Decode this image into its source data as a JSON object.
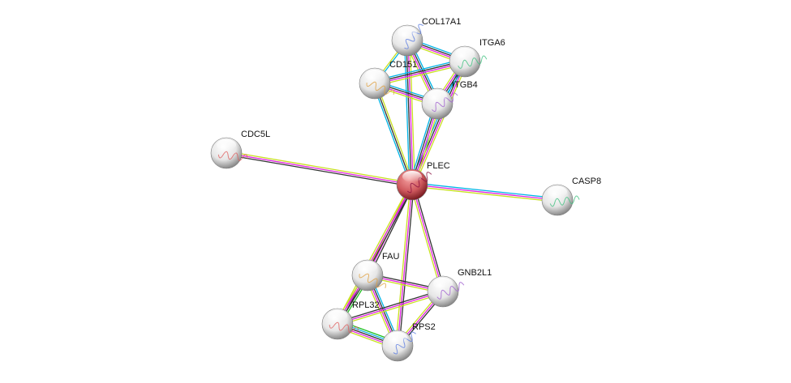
{
  "evidence_colors": {
    "database": "#00b4e6",
    "coexpression": "#333333",
    "experiments": "#e020e0",
    "textmining": "#c8e020",
    "neighborhood": "#20c020"
  },
  "node_colors": {
    "query": "#c0303a",
    "default": "#e8e8e8"
  },
  "nodes": [
    {
      "id": "COL17A1",
      "label": "COL17A1",
      "query": false
    },
    {
      "id": "ITGA6",
      "label": "ITGA6",
      "query": false
    },
    {
      "id": "CD151",
      "label": "CD151",
      "query": false
    },
    {
      "id": "ITGB4",
      "label": "ITGB4",
      "query": false
    },
    {
      "id": "CDC5L",
      "label": "CDC5L",
      "query": false
    },
    {
      "id": "PLEC",
      "label": "PLEC",
      "query": true
    },
    {
      "id": "CASP8",
      "label": "CASP8",
      "query": false
    },
    {
      "id": "FAU",
      "label": "FAU",
      "query": false
    },
    {
      "id": "GNB2L1",
      "label": "GNB2L1",
      "query": false
    },
    {
      "id": "RPL32",
      "label": "RPL32",
      "query": false
    },
    {
      "id": "RPS2",
      "label": "RPS2",
      "query": false
    }
  ],
  "edges": [
    {
      "a": "PLEC",
      "b": "COL17A1",
      "ev": [
        "database",
        "coexpression",
        "experiments",
        "textmining"
      ]
    },
    {
      "a": "PLEC",
      "b": "ITGA6",
      "ev": [
        "database",
        "coexpression",
        "experiments",
        "textmining"
      ]
    },
    {
      "a": "PLEC",
      "b": "CD151",
      "ev": [
        "database",
        "coexpression",
        "textmining"
      ]
    },
    {
      "a": "PLEC",
      "b": "ITGB4",
      "ev": [
        "database",
        "coexpression",
        "experiments",
        "textmining"
      ]
    },
    {
      "a": "PLEC",
      "b": "CDC5L",
      "ev": [
        "coexpression",
        "experiments",
        "textmining"
      ]
    },
    {
      "a": "PLEC",
      "b": "CASP8",
      "ev": [
        "database",
        "experiments",
        "textmining"
      ]
    },
    {
      "a": "PLEC",
      "b": "FAU",
      "ev": [
        "coexpression",
        "experiments",
        "textmining"
      ]
    },
    {
      "a": "PLEC",
      "b": "GNB2L1",
      "ev": [
        "coexpression",
        "experiments",
        "textmining"
      ]
    },
    {
      "a": "PLEC",
      "b": "RPL32",
      "ev": [
        "coexpression",
        "experiments",
        "textmining"
      ]
    },
    {
      "a": "PLEC",
      "b": "RPS2",
      "ev": [
        "coexpression",
        "experiments",
        "textmining"
      ]
    },
    {
      "a": "COL17A1",
      "b": "ITGA6",
      "ev": [
        "database",
        "coexpression",
        "experiments",
        "textmining"
      ]
    },
    {
      "a": "COL17A1",
      "b": "CD151",
      "ev": [
        "database",
        "textmining"
      ]
    },
    {
      "a": "COL17A1",
      "b": "ITGB4",
      "ev": [
        "database",
        "coexpression",
        "experiments",
        "textmining"
      ]
    },
    {
      "a": "CD151",
      "b": "ITGA6",
      "ev": [
        "database",
        "coexpression",
        "experiments",
        "textmining"
      ]
    },
    {
      "a": "CD151",
      "b": "ITGB4",
      "ev": [
        "database",
        "coexpression",
        "experiments",
        "textmining"
      ]
    },
    {
      "a": "ITGA6",
      "b": "ITGB4",
      "ev": [
        "database",
        "coexpression",
        "experiments",
        "textmining"
      ]
    },
    {
      "a": "FAU",
      "b": "GNB2L1",
      "ev": [
        "coexpression",
        "experiments",
        "textmining"
      ]
    },
    {
      "a": "FAU",
      "b": "RPL32",
      "ev": [
        "neighborhood",
        "coexpression",
        "experiments",
        "textmining"
      ]
    },
    {
      "a": "FAU",
      "b": "RPS2",
      "ev": [
        "database",
        "coexpression",
        "experiments",
        "textmining"
      ]
    },
    {
      "a": "RPL32",
      "b": "GNB2L1",
      "ev": [
        "coexpression",
        "experiments",
        "textmining"
      ]
    },
    {
      "a": "RPL32",
      "b": "RPS2",
      "ev": [
        "neighborhood",
        "database",
        "coexpression",
        "experiments",
        "textmining"
      ]
    },
    {
      "a": "GNB2L1",
      "b": "RPS2",
      "ev": [
        "coexpression",
        "experiments",
        "textmining"
      ]
    }
  ]
}
